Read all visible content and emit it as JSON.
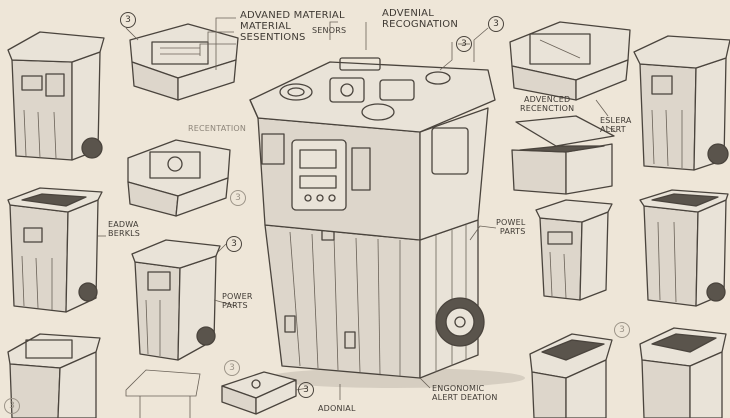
{
  "labels": {
    "advanced_material_sensors": "ADVANED MATERIAL\nMATERIAL\nSESENTIONS",
    "senors": "SENORS",
    "adveniial_recognation": "ADVENIAL\nRECOGNATION",
    "advenced_recenction": "ADVENCED\nRECENCTION",
    "eslera_alert": "ESLERA\nALERT",
    "recentation": "RECENTATION",
    "eadwa_berkls": "EADWA\nBERKLS",
    "powel_parts": "POWEL\nPARTS",
    "power_parts": "POWER\nPARTS",
    "engonomic_alert_deation": "ENGONOMIC\nALERT DEATION",
    "adonial": "ADONIAL"
  },
  "badges": {
    "b_top_left": "3",
    "b_top_right": "3",
    "b_left_mid": "3",
    "b_center_left": "3",
    "b_right_a": "3",
    "b_bottom_center": "3",
    "b_right_low": "3",
    "b_bottom_left": "3",
    "b_top_mid": "3"
  }
}
